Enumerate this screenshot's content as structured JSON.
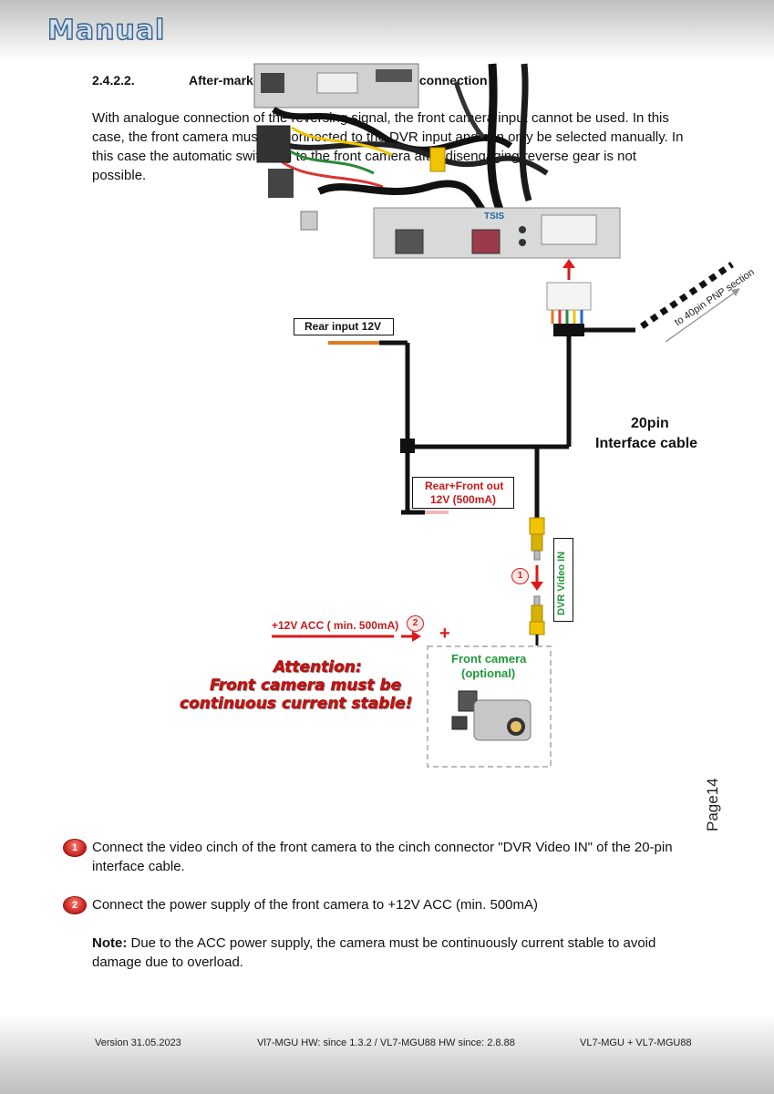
{
  "header": {
    "logo_text": "Manual"
  },
  "section": {
    "number": "2.4.2.2.",
    "title": "After-market front camera – analogue connection"
  },
  "intro": "With analogue connection of the reversing signal, the front camera input cannot be used. In this case, the front camera must be connected to the DVR input and can only be selected manually. In this case the automatic switching to the front camera after disengaging reverse gear is not possible.",
  "diagram": {
    "pnp_label": "to 40pin PNP section",
    "rear_input": "Rear input 12V",
    "cable_label_1": "20pin",
    "cable_label_2": "Interface cable",
    "rear_front_out_1": "Rear+Front out",
    "rear_front_out_2": "12V (500mA)",
    "dvr_video_in": "DVR Video IN",
    "acc_label": "+12V ACC ( min. 500mA)",
    "plus_sign": "+",
    "front_camera_1": "Front camera",
    "front_camera_2": "(optional)",
    "attention_1": "Attention:",
    "attention_2": "Front camera must be",
    "attention_3": "continuous current stable!",
    "step1_badge": "1",
    "step2_badge": "2",
    "module_label": "TSIS",
    "colors": {
      "orange": "#e07a24",
      "pink": "#f2b8b8",
      "red": "#d81a1a",
      "yellow": "#f0c400",
      "green": "#1e9a3a"
    }
  },
  "page_number": "Page14",
  "steps": [
    {
      "badge": "1",
      "text": "Connect the video cinch of the front camera to the cinch connector \"DVR Video IN\" of the 20-pin interface cable."
    },
    {
      "badge": "2",
      "text": "Connect the power supply of the front camera to +12V ACC (min. 500mA)"
    }
  ],
  "note": {
    "label": "Note:",
    "text": " Due to the ACC power supply, the camera must be continuously current stable to avoid damage due to overload."
  },
  "footer": {
    "version": "Version 31.05.2023",
    "hw": "Vl7-MGU HW: since 1.3.2 / VL7-MGU88 HW since: 2.8.88",
    "model": "VL7-MGU + VL7-MGU88"
  }
}
